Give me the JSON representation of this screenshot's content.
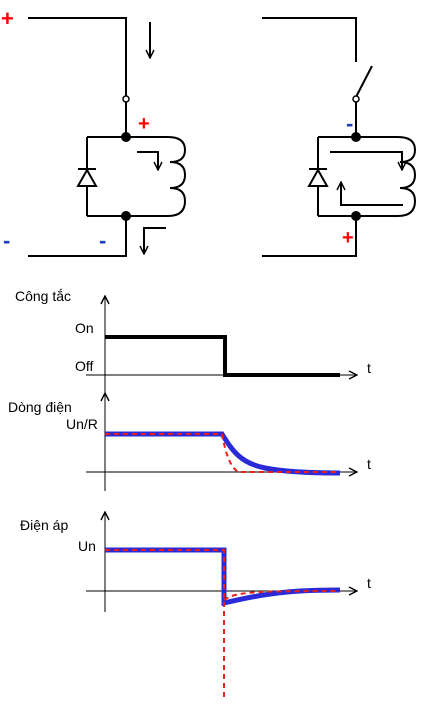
{
  "circuit_on": {
    "sign_top_left": "+",
    "sign_bottom_left": "-",
    "sign_coil_top": "+",
    "sign_coil_bottom": "-"
  },
  "circuit_off": {
    "sign_coil_top": "-",
    "sign_coil_bottom": "+"
  },
  "charts": {
    "switch": {
      "title": "Công tắc",
      "on_label": "On",
      "off_label": "Off",
      "t_label": "t"
    },
    "current": {
      "title": "Dòng điện",
      "level_label": "Un/R",
      "t_label": "t"
    },
    "voltage": {
      "title": "Điện áp",
      "level_label": "Un",
      "t_label": "t"
    }
  },
  "colors": {
    "positive": "#ff0000",
    "negative": "#1f3fbf",
    "trace_blue": "#2a2ad8",
    "trace_red_dashed": "#e8201a",
    "wire": "#000000"
  }
}
